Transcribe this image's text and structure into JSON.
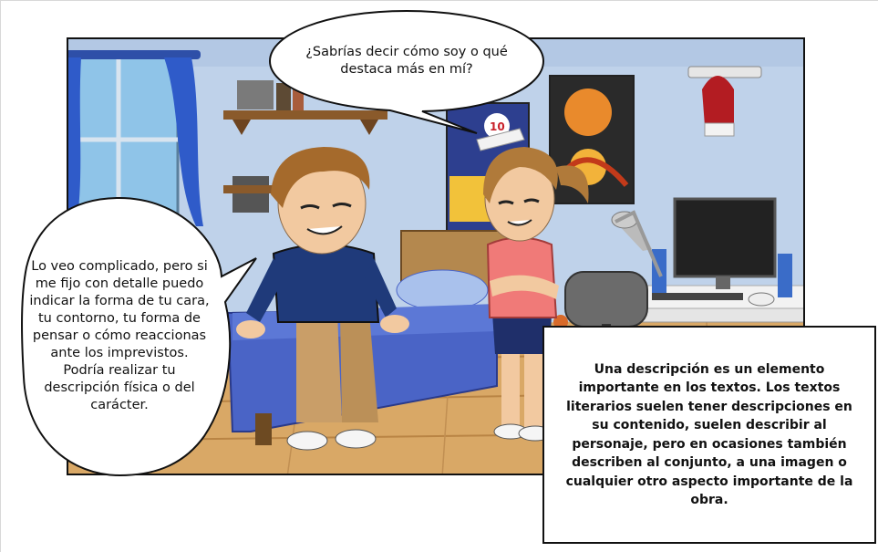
{
  "comic": {
    "speech_top": "¿Sabrías decir cómo soy o qué destaca más en mí?",
    "speech_left": "Lo veo complicado, pero si me fijo con detalle puedo indicar la forma de tu cara, tu contorno, tu forma de pensar o cómo reaccionas ante los imprevistos. Podría realizar tu descripción física o del carácter.",
    "caption": "Una descripción es un elemento importante en los textos. Los textos literarios suelen tener descripciones en su contenido, suelen describir al personaje, pero en ocasiones también describen al conjunto, a una imagen o cualquier otro aspecto importante de la obra.",
    "poster_number": "10"
  },
  "colors": {
    "wall": "#bfd2ea",
    "floor": "#d9a866",
    "bed_blanket": "#4a64c6",
    "boy_shirt": "#1f3a7a",
    "girl_shirt": "#f07a78",
    "panel_border": "#111111"
  }
}
